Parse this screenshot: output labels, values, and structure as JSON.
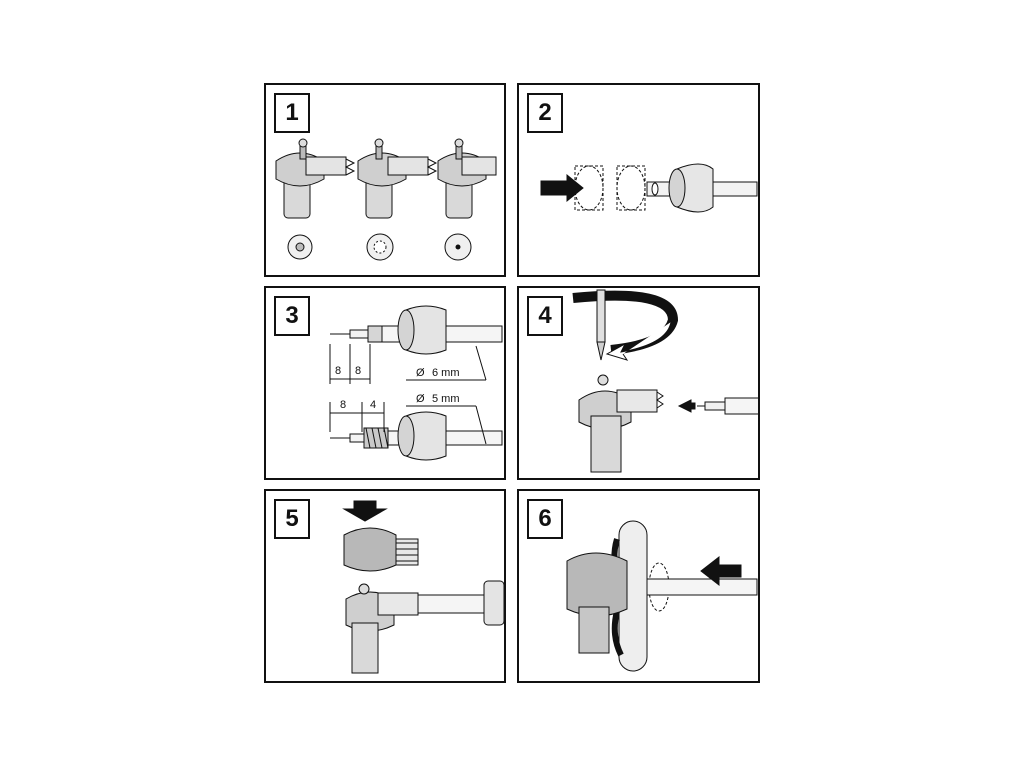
{
  "panels": [
    {
      "number": "1"
    },
    {
      "number": "2"
    },
    {
      "number": "3"
    },
    {
      "number": "4"
    },
    {
      "number": "5"
    },
    {
      "number": "6"
    }
  ],
  "step3": {
    "dim_a": "8",
    "dim_b": "8",
    "dim_c": "8",
    "dim_d": "4",
    "dia_label_top": "Ø",
    "dia_value_top": "6 mm",
    "dia_label_bottom": "Ø",
    "dia_value_bottom": "5 mm"
  },
  "colors": {
    "line": "#111111",
    "metal": "#cfcfcf",
    "shade": "#9a9a9a",
    "light": "#ececec"
  }
}
